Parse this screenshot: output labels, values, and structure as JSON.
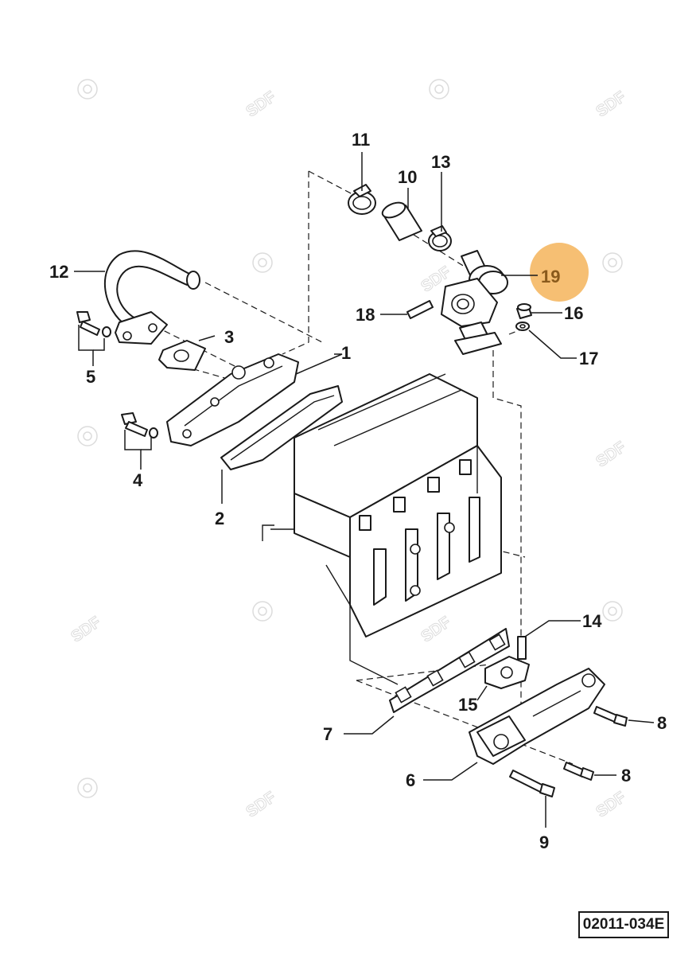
{
  "diagram": {
    "reference_code": "02011-034E",
    "highlight_color": "#f5b45a",
    "watermark_text": "SDF",
    "callouts": [
      {
        "id": "c1",
        "label": "1"
      },
      {
        "id": "c2",
        "label": "2"
      },
      {
        "id": "c3",
        "label": "3"
      },
      {
        "id": "c4",
        "label": "4"
      },
      {
        "id": "c5",
        "label": "5"
      },
      {
        "id": "c6",
        "label": "6"
      },
      {
        "id": "c7",
        "label": "7"
      },
      {
        "id": "c8a",
        "label": "8"
      },
      {
        "id": "c8b",
        "label": "8"
      },
      {
        "id": "c9",
        "label": "9"
      },
      {
        "id": "c10",
        "label": "10"
      },
      {
        "id": "c11",
        "label": "11"
      },
      {
        "id": "c12",
        "label": "12"
      },
      {
        "id": "c13",
        "label": "13"
      },
      {
        "id": "c14",
        "label": "14"
      },
      {
        "id": "c15",
        "label": "15"
      },
      {
        "id": "c16",
        "label": "16"
      },
      {
        "id": "c17",
        "label": "17"
      },
      {
        "id": "c18",
        "label": "18"
      },
      {
        "id": "c19",
        "label": "19",
        "highlighted": true
      }
    ]
  }
}
